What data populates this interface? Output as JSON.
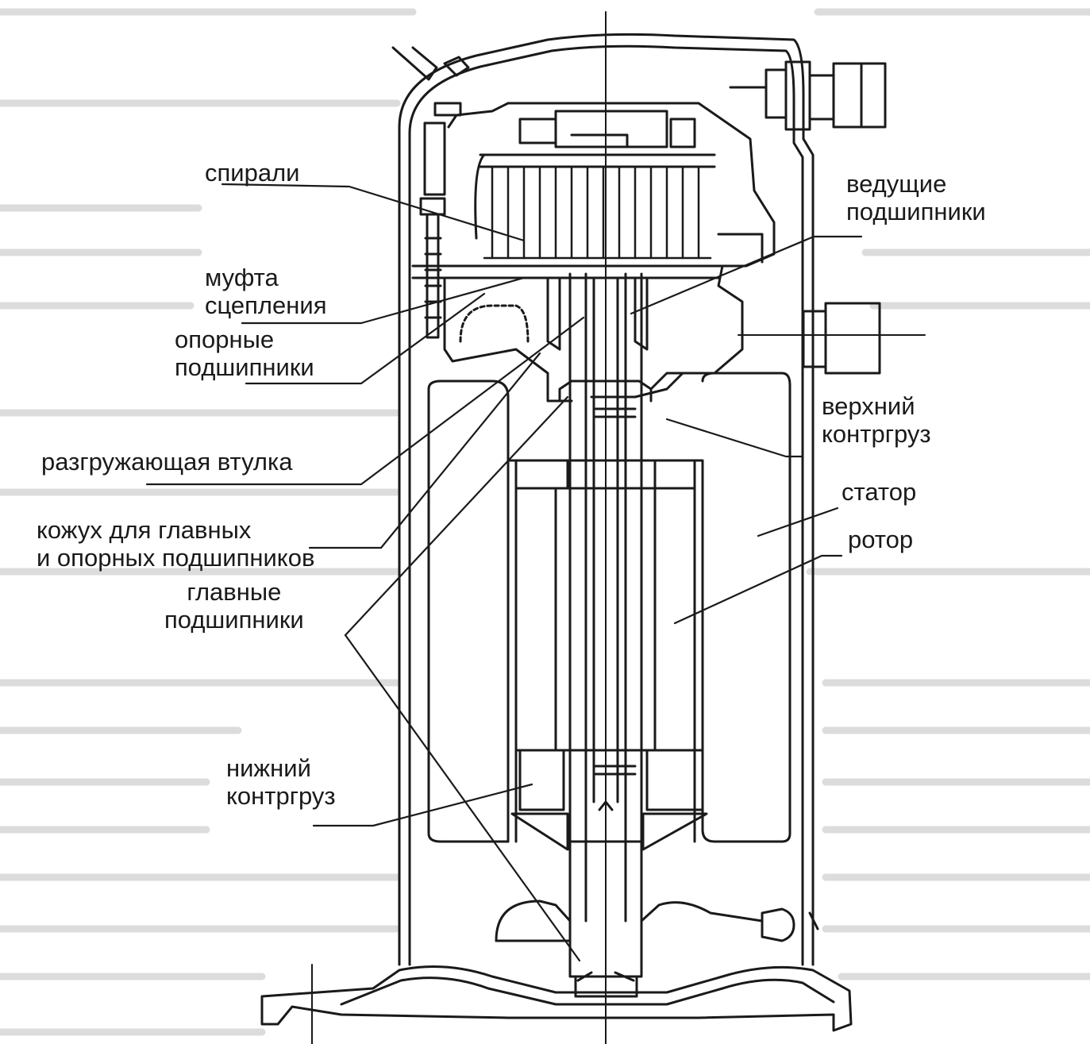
{
  "labels": {
    "spirals": "спирали",
    "coupling": [
      "муфта",
      "сцепления"
    ],
    "support_bearings": [
      "опорные",
      "подшипники"
    ],
    "relief_sleeve": "разгружающая втулка",
    "housing": [
      "кожух для главных",
      "и опорных подшипников"
    ],
    "main_bearings": [
      "главные",
      "подшипники"
    ],
    "lower_counterweight": [
      "нижний",
      "контргруз"
    ],
    "drive_bearings": [
      "ведущие",
      "подшипники"
    ],
    "upper_counterweight": [
      "верхний",
      "контргруз"
    ],
    "stator": "статор",
    "rotor": "ротор"
  },
  "colors": {
    "ink": "#1a1a1a",
    "paper": "#ffffff"
  }
}
